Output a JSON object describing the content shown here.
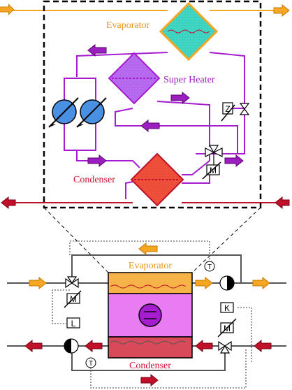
{
  "labels": {
    "evaporator_top": "Evaporator",
    "superheater": "Super Heater",
    "condenser_top": "Condenser",
    "evaporator_bottom": "Evaporator",
    "condenser_bottom": "Condenser"
  },
  "devices": {
    "z_top": "Z",
    "m_top": "M",
    "t_bottom_right": "T",
    "m_bottom_left": "M",
    "l_bottom_left": "L",
    "k_bottom_right": "K",
    "m_bottom_right": "M",
    "t_bottom_left": "T"
  },
  "colors": {
    "evaporator_fluid": "#f5a623",
    "evaporator_fill": "#3fd6c4",
    "superheater_fill": "#b86af0",
    "condenser_fill": "#f0503a",
    "condenser_fluid": "#c0102a",
    "refrigerant_line": "#a61ccf",
    "pump_fill": "#4a90e2",
    "arrow_purple": "#9b1fbf",
    "arrow_orange": "#f5a623",
    "arrow_red": "#c0102a",
    "label_evaporator": "#e8961e",
    "label_superheater": "#a020c0",
    "label_condenser": "#d01030",
    "bottom_evap_fill": "#f6b448",
    "bottom_mid_fill": "#e87cf0",
    "bottom_cond_fill": "#d84a5a",
    "pipe_grey": "#555555"
  }
}
